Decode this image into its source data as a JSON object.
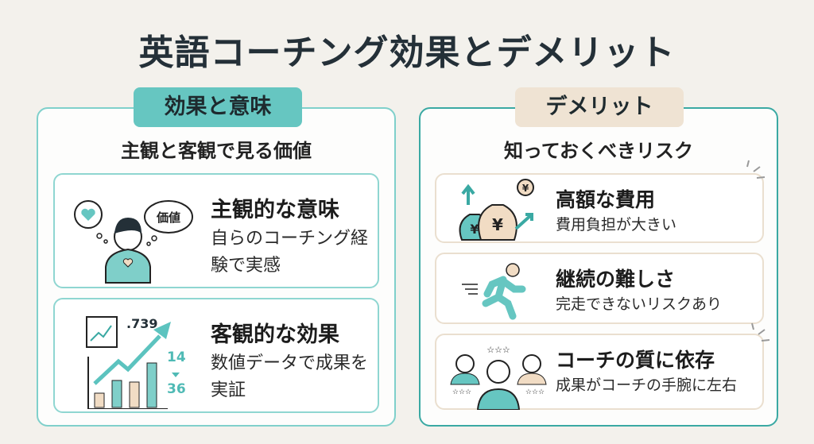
{
  "title": "英語コーチング効果とデメリット",
  "left": {
    "badge": "効果と意味",
    "subtitle": "主観と客観で見る価値",
    "cards": [
      {
        "heading": "主観的な意味",
        "desc": "自らのコーチング経験で実感",
        "icon_text": "価値"
      },
      {
        "heading": "客観的な効果",
        "desc": "数値データで成果を実証",
        "chart_labels": [
          ".739",
          "14",
          "36"
        ]
      }
    ]
  },
  "right": {
    "badge": "デメリット",
    "subtitle": "知っておくべきリスク",
    "cards": [
      {
        "heading": "高額な費用",
        "desc": "費用負担が大きい",
        "icon_text": "¥"
      },
      {
        "heading": "継続の難しさ",
        "desc": "完走できないリスクあり"
      },
      {
        "heading": "コーチの質に依存",
        "desc": "成果がコーチの手腕に左右",
        "icon_text": "☆☆☆"
      }
    ]
  },
  "colors": {
    "teal": "#66c6c1",
    "beige": "#efe3d3",
    "bg": "#f3f1ec",
    "dark": "#243038"
  }
}
